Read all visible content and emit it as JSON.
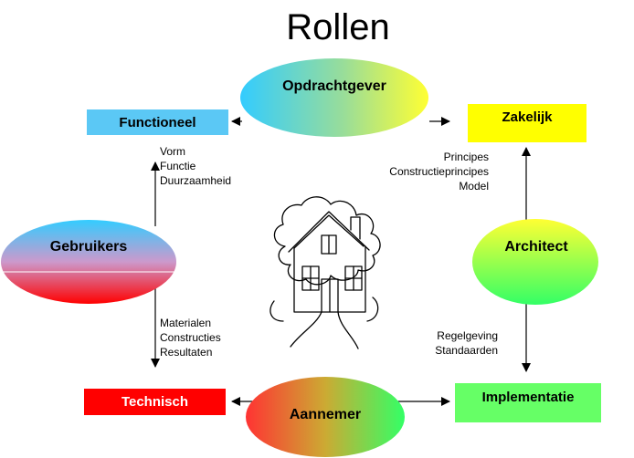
{
  "title": "Rollen",
  "roles": {
    "opdrachtgever": "Opdrachtgever",
    "gebruikers": "Gebruikers",
    "architect": "Architect",
    "aannemer": "Aannemer"
  },
  "boxes": {
    "functioneel": "Functioneel",
    "zakelijk": "Zakelijk",
    "technisch": "Technisch",
    "implementatie": "Implementatie"
  },
  "notes": {
    "functioneel": [
      "Vorm",
      "Functie",
      "Duurzaamheid"
    ],
    "technisch": [
      "Materialen",
      "Constructies",
      "Resultaten"
    ],
    "zakelijk": [
      "Principes",
      "Constructieprincipes",
      "Model"
    ],
    "implementatie": [
      "Regelgeving",
      "Standaarden"
    ]
  },
  "colors": {
    "functioneel": "#5bc8f5",
    "zakelijk": "#ffff00",
    "technisch": "#ff0000",
    "implementatie": "#66ff66"
  }
}
